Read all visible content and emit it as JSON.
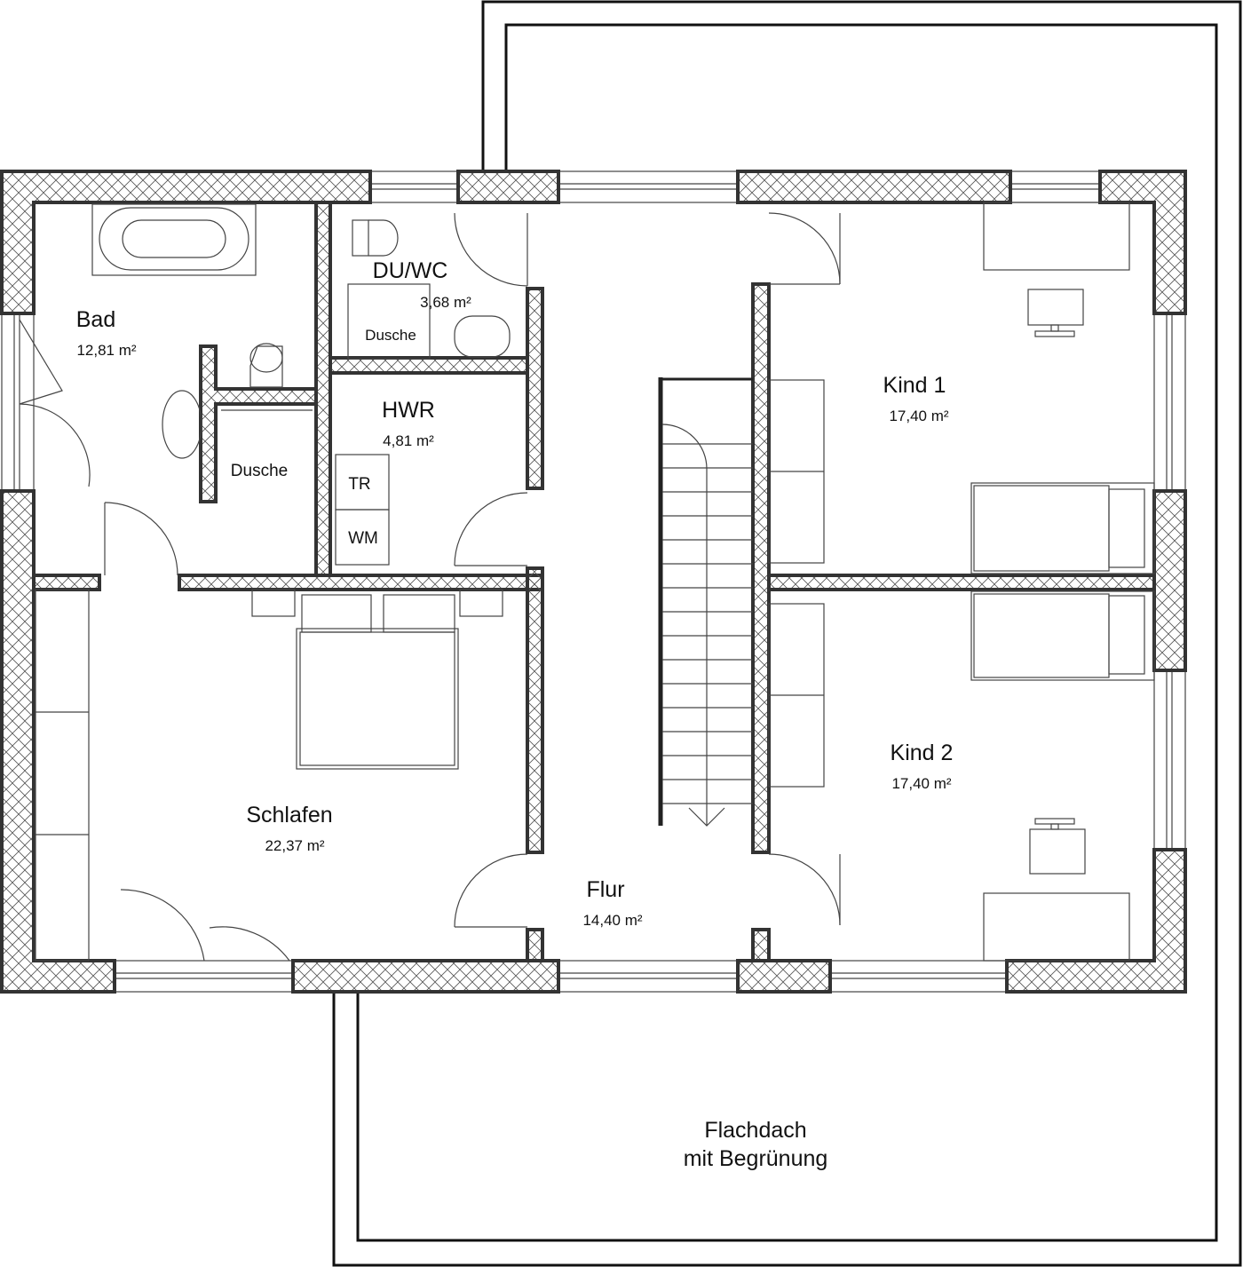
{
  "rooms": [
    {
      "name": "Bad",
      "area": "12,81 m²"
    },
    {
      "name": "DU/WC",
      "area": "3,68 m²"
    },
    {
      "name": "HWR",
      "area": "4,81 m²"
    },
    {
      "name": "Kind 1",
      "area": "17,40 m²"
    },
    {
      "name": "Kind 2",
      "area": "17,40 m²"
    },
    {
      "name": "Schlafen",
      "area": "22,37 m²"
    },
    {
      "name": "Flur",
      "area": "14,40 m²"
    }
  ],
  "fixtures": {
    "bad_shower": "Dusche",
    "duwc_shower": "Dusche",
    "dryer": "TR",
    "washer": "WM"
  },
  "roof": {
    "line1": "Flachdach",
    "line2": "mit Begrünung"
  },
  "colors": {
    "wall_stroke": "#333333",
    "background": "#ffffff"
  }
}
